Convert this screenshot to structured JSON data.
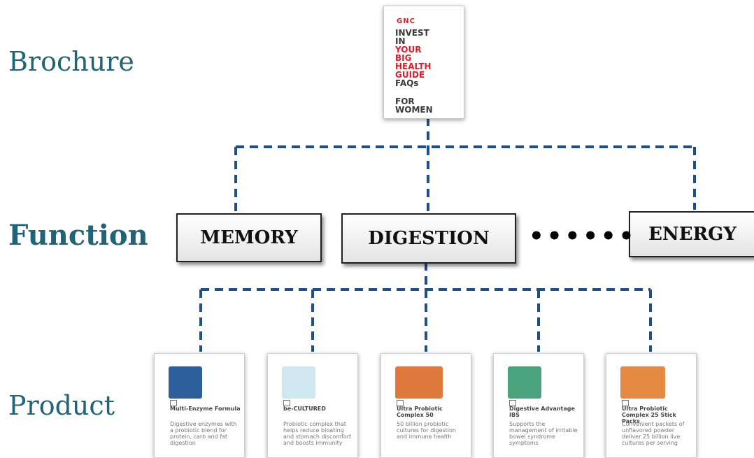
{
  "levels": {
    "brochure": "Brochure",
    "function": "Function",
    "product": "Product"
  },
  "brochure": {
    "logo": "GNC",
    "lines": [
      "INVEST",
      "IN",
      "YOUR",
      "BIG",
      "HEALTH",
      "GUIDE",
      "FAQs"
    ],
    "footer": [
      "FOR",
      "WOMEN"
    ]
  },
  "functions": [
    {
      "label": "MEMORY"
    },
    {
      "label": "DIGESTION"
    },
    {
      "label": "ENERGY"
    }
  ],
  "ellipsis": "••••••",
  "products": [
    {
      "name": "Multi-Enzyme Formula",
      "desc": "Digestive enzymes with a probiotic blend for protein, carb and fat digestion",
      "color": "#2d5f9a"
    },
    {
      "name": "be-CULTURED",
      "desc": "Probiotic complex that helps reduce bloating and stomach discomfort and boosts immunity",
      "color": "#cfe8f0"
    },
    {
      "name": "Ultra Probiotic Complex 50",
      "desc": "50 billion probiotic cultures for digestion and immune health",
      "color": "#e07a3c"
    },
    {
      "name": "Digestive Advantage IBS",
      "desc": "Supports the management of irritable bowel syndrome symptoms",
      "color": "#4aa57e"
    },
    {
      "name": "Ultra Probiotic Complex 25 Stick Packs",
      "desc": "Convenient packets of unflavored powder deliver 25 billion live cultures per serving",
      "color": "#e58a45"
    }
  ],
  "colors": {
    "label": "#1f6477",
    "connector": "#1d4f8f",
    "brand_red": "#d9202e"
  }
}
